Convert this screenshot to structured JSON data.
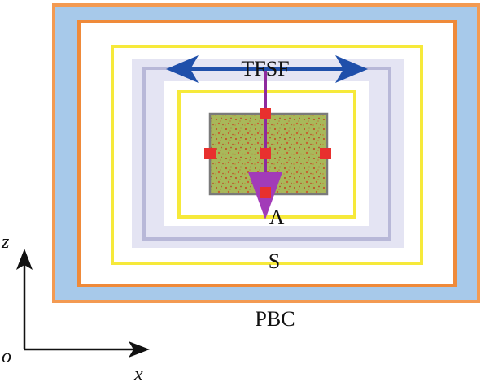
{
  "labels": {
    "tfsf": "TFSF",
    "a": "A",
    "s": "S",
    "pbc": "PBC"
  },
  "axes": {
    "z": "z",
    "x": "x",
    "origin": "o"
  },
  "colors": {
    "pbc_outer_border": "#f39a52",
    "pbc_fill": "#a7c9ea",
    "orange_inner": "#ef8a3a",
    "white_region": "#ffffff",
    "yellow": "#f6e93a",
    "lavender_band": "#e0e0f0",
    "lavender_border": "#b8b8d8",
    "scatterer_fill": "#a8b85a",
    "scatterer_dots": "#c0542a",
    "scatterer_border": "#7a7a7a",
    "marker": "#e8302e",
    "incident_line": "#8e2a9e",
    "incident_arrow": "#a23bb8",
    "polarization_arrow": "#1f4faa",
    "axis": "#111111"
  }
}
